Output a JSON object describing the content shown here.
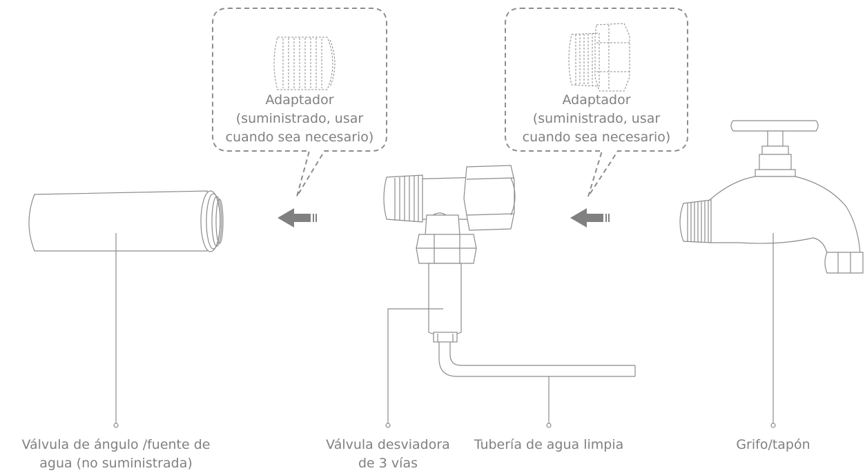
{
  "callouts": [
    {
      "title": "Adaptador",
      "line2": "(suministrado, usar",
      "line3": "cuando sea necesario)"
    },
    {
      "title": "Adaptador",
      "line2": "(suministrado, usar",
      "line3": "cuando sea necesario)"
    }
  ],
  "labels": {
    "angle_valve": {
      "line1": "Válvula de ángulo /fuente de",
      "line2": "agua (no suministrada)"
    },
    "diverter_valve": {
      "line1": "Válvula desviadora",
      "line2": "de 3 vías"
    },
    "clean_pipe": {
      "line1": "Tubería de agua limpia"
    },
    "faucet": {
      "line1": "Grifo/tapón"
    }
  },
  "colors": {
    "line": "#8a8a8a",
    "text": "#808080",
    "arrow": "#808080",
    "dashed": "#8c8c8c"
  }
}
